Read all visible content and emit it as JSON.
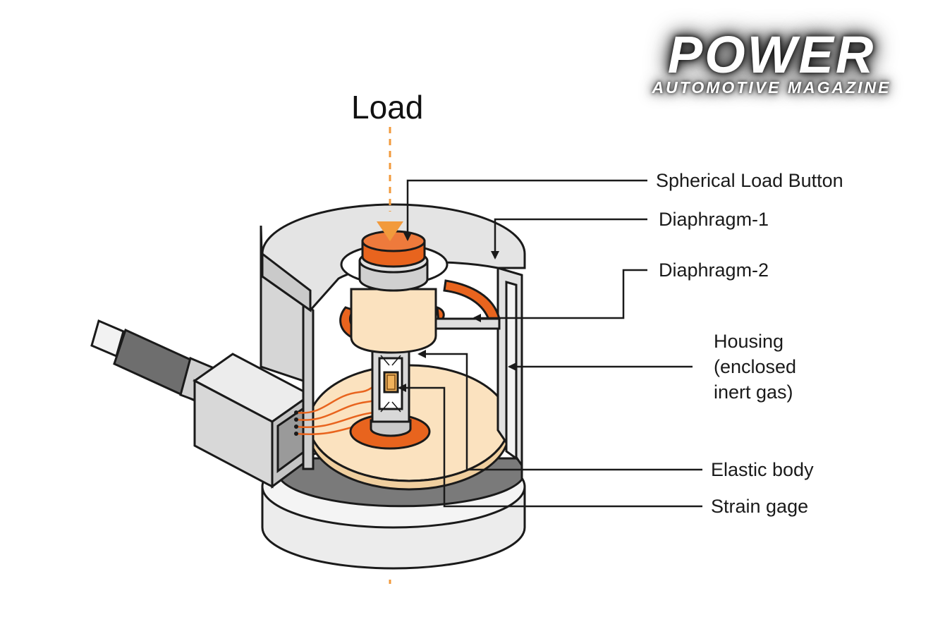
{
  "diagram": {
    "load_label": "Load",
    "labels": [
      {
        "id": "spherical-load-button",
        "text": "Spherical Load Button"
      },
      {
        "id": "diaphragm-1",
        "text": "Diaphragm-1"
      },
      {
        "id": "diaphragm-2",
        "text": "Diaphragm-2"
      },
      {
        "id": "housing",
        "text": "Housing\n(enclosed\ninert gas)"
      },
      {
        "id": "elastic-body",
        "text": "Elastic body"
      },
      {
        "id": "strain-gage",
        "text": "Strain gage"
      }
    ]
  },
  "logo": {
    "title": "POWER",
    "subtitle": "AUTOMOTIVE MAGAZINE"
  },
  "colors": {
    "accent_orange": "#e8641e",
    "load_arrow": "#f29a3c",
    "cream": "#fbe2bf",
    "housing_gray": "#d9d9d9",
    "dark_gray": "#6e6e6e",
    "outline": "#1a1a1a"
  }
}
